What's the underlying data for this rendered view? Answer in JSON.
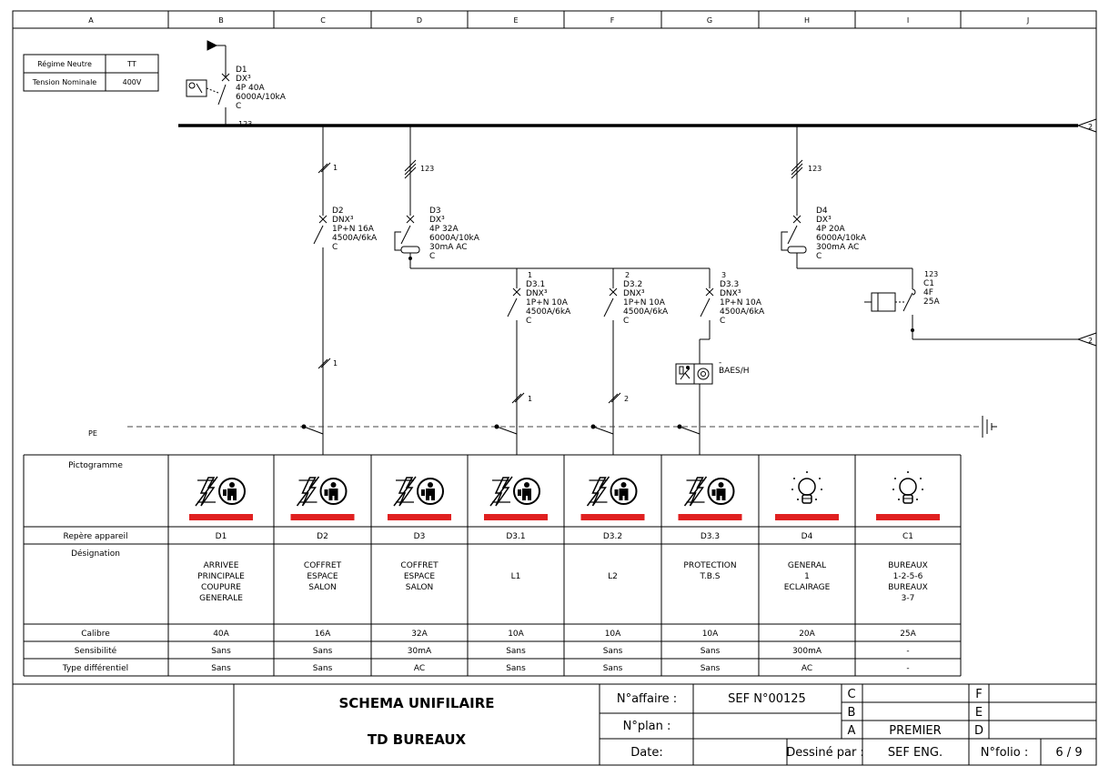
{
  "columns": [
    "A",
    "B",
    "C",
    "D",
    "E",
    "F",
    "G",
    "H",
    "I",
    "J"
  ],
  "network": {
    "regime_label": "Régime Neutre",
    "regime_value": "TT",
    "tension_label": "Tension Nominale",
    "tension_value": "400V"
  },
  "feeds": {
    "bus_phase_label": "123",
    "right_ref": "2"
  },
  "devices": {
    "D1": {
      "lines": [
        "D1",
        "DX³",
        "4P 40A",
        "6000A/10kA",
        "C"
      ]
    },
    "D2": {
      "lines": [
        "D2",
        "DNX³",
        "1P+N 16A",
        "4500A/6kA",
        "C"
      ],
      "cable_top": "1",
      "cable_bottom": "1"
    },
    "D3": {
      "lines": [
        "D3",
        "DX³",
        "4P 32A",
        "6000A/10kA",
        "30mA AC",
        "C"
      ],
      "cable_top": "123"
    },
    "D31": {
      "phase": "1",
      "lines": [
        "D3.1",
        "DNX³",
        "1P+N 10A",
        "4500A/6kA",
        "C"
      ],
      "cable": "1"
    },
    "D32": {
      "phase": "2",
      "lines": [
        "D3.2",
        "DNX³",
        "1P+N 10A",
        "4500A/6kA",
        "C"
      ],
      "cable": "2"
    },
    "D33": {
      "phase": "3",
      "lines": [
        "D3.3",
        "DNX³",
        "1P+N 10A",
        "4500A/6kA",
        "C"
      ]
    },
    "D4": {
      "lines": [
        "D4",
        "DX³",
        "4P 20A",
        "6000A/10kA",
        "300mA AC",
        "C"
      ],
      "cable_top": "123"
    },
    "C1": {
      "phase": "123",
      "lines": [
        "C1",
        "4F",
        "25A"
      ]
    },
    "BAES": {
      "lines": [
        "-",
        "BAES/H"
      ]
    }
  },
  "pe_label": "PE",
  "table": {
    "row_labels": [
      "Pictogramme",
      "Repère appareil",
      "Désignation",
      "Calibre",
      "Sensibilité",
      "Type différentiel"
    ],
    "cols": [
      {
        "picto": "protection",
        "repere": "D1",
        "designation": [
          "ARRIVEE",
          "PRINCIPALE",
          "COUPURE",
          "GENERALE"
        ],
        "calibre": "40A",
        "sensibilite": "Sans",
        "type": "Sans"
      },
      {
        "picto": "protection",
        "repere": "D2",
        "designation": [
          "COFFRET",
          "ESPACE",
          "SALON"
        ],
        "calibre": "16A",
        "sensibilite": "Sans",
        "type": "Sans"
      },
      {
        "picto": "protection",
        "repere": "D3",
        "designation": [
          "COFFRET",
          "ESPACE",
          "SALON"
        ],
        "calibre": "32A",
        "sensibilite": "30mA",
        "type": "AC"
      },
      {
        "picto": "protection",
        "repere": "D3.1",
        "designation": [
          "L1"
        ],
        "calibre": "10A",
        "sensibilite": "Sans",
        "type": "Sans"
      },
      {
        "picto": "protection",
        "repere": "D3.2",
        "designation": [
          "L2"
        ],
        "calibre": "10A",
        "sensibilite": "Sans",
        "type": "Sans"
      },
      {
        "picto": "protection",
        "repere": "D3.3",
        "designation": [
          "PROTECTION",
          "T.B.S"
        ],
        "calibre": "10A",
        "sensibilite": "Sans",
        "type": "Sans"
      },
      {
        "picto": "lighting",
        "repere": "D4",
        "designation": [
          "GENERAL",
          "1",
          "ECLAIRAGE"
        ],
        "calibre": "20A",
        "sensibilite": "300mA",
        "type": "AC"
      },
      {
        "picto": "lighting",
        "repere": "C1",
        "designation": [
          "BUREAUX",
          "1-2-5-6",
          "BUREAUX",
          "3-7"
        ],
        "calibre": "25A",
        "sensibilite": "-",
        "type": "-"
      }
    ]
  },
  "title_block": {
    "title": "SCHEMA UNIFILAIRE",
    "subtitle": "TD BUREAUX",
    "affaire_label": "N°affaire :",
    "affaire_value": "SEF N°00125",
    "plan_label": "N°plan :",
    "date_label": "Date:",
    "dessine_label": "Dessiné par :",
    "dessine_value": "SEF ENG.",
    "folio_label": "N°folio :",
    "folio_value": "6 / 9",
    "rev_left": [
      "C",
      "B",
      "A"
    ],
    "rev_left_value_a": "PREMIER",
    "rev_right": [
      "F",
      "E",
      "D"
    ]
  },
  "colors": {
    "picto_bar": "#e02020",
    "line": "#000000",
    "pe_dash": "#444444"
  }
}
